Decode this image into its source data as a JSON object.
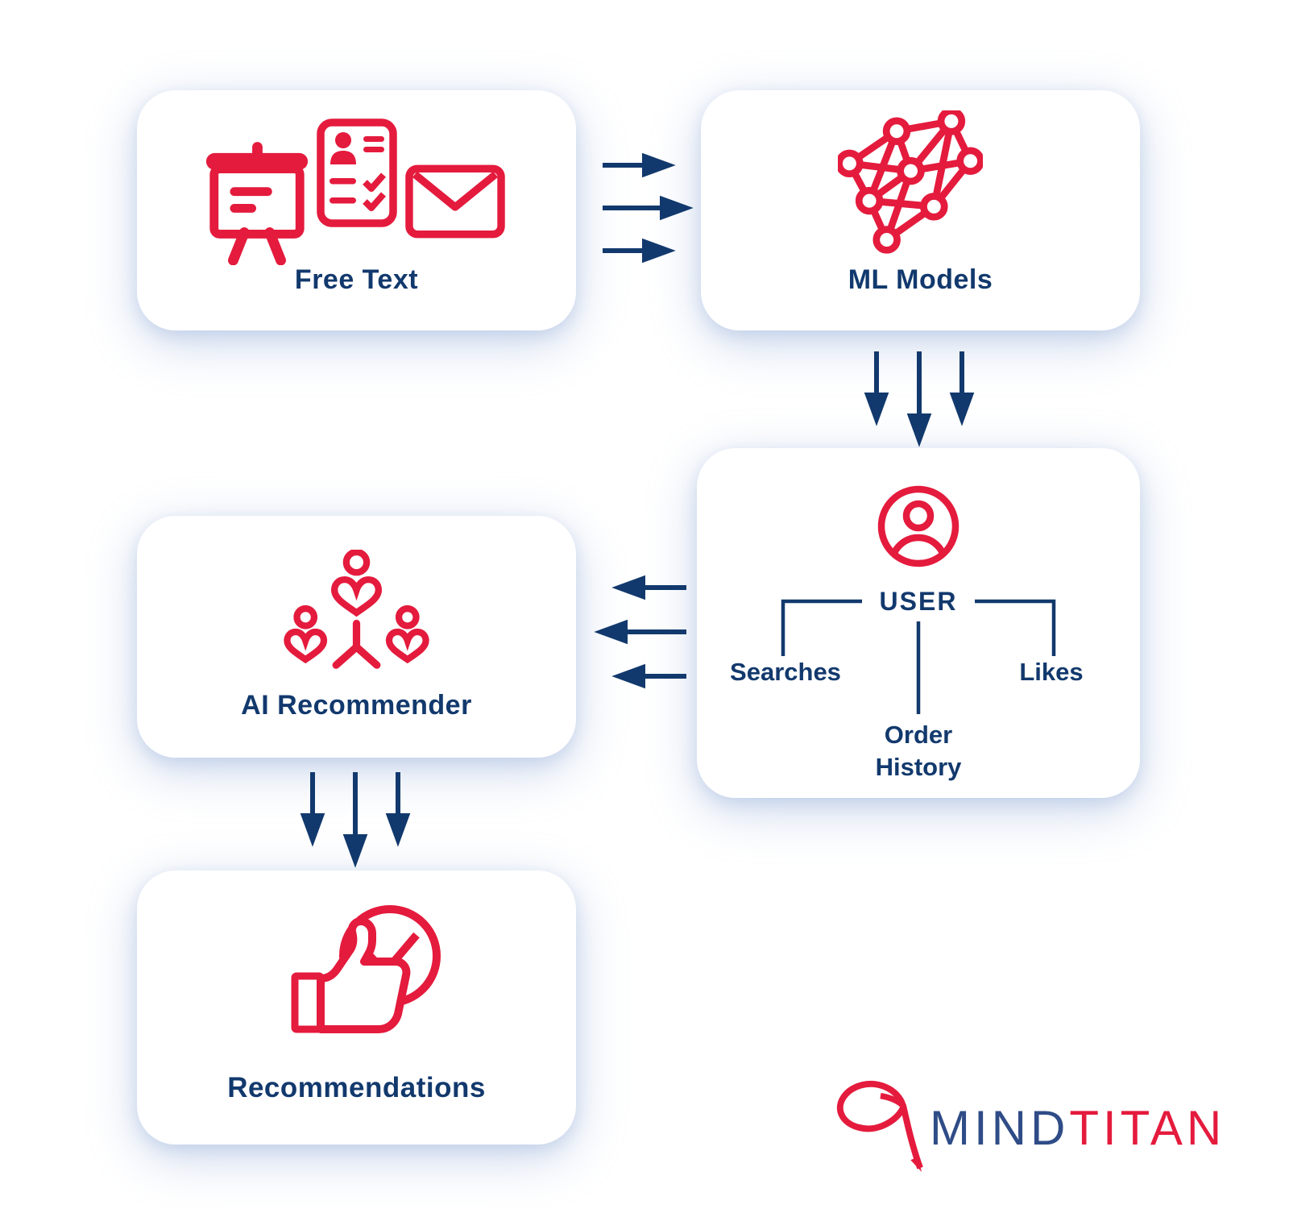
{
  "colors": {
    "red": "#e41b3d",
    "navy": "#12396d",
    "logo_navy": "#2f4c87",
    "card_bg": "#ffffff",
    "page_bg": "#ffffff"
  },
  "cards": {
    "free_text": {
      "label": "Free Text",
      "icons": [
        "presentation-board-icon",
        "document-checklist-icon",
        "envelope-icon"
      ]
    },
    "ml_models": {
      "label": "ML Models",
      "icons": [
        "neural-network-icon"
      ]
    },
    "user": {
      "label": "USER",
      "icons": [
        "user-avatar-icon"
      ],
      "signals": {
        "searches": "Searches",
        "order_history": "Order History",
        "likes": "Likes"
      }
    },
    "ai_recommender": {
      "label": "AI Recommender",
      "icons": [
        "people-hearts-icon"
      ]
    },
    "recommendations": {
      "label": "Recommendations",
      "icons": [
        "thumbs-up-check-icon"
      ]
    }
  },
  "logo": {
    "mind": "MIND",
    "titan": "TITAN"
  }
}
